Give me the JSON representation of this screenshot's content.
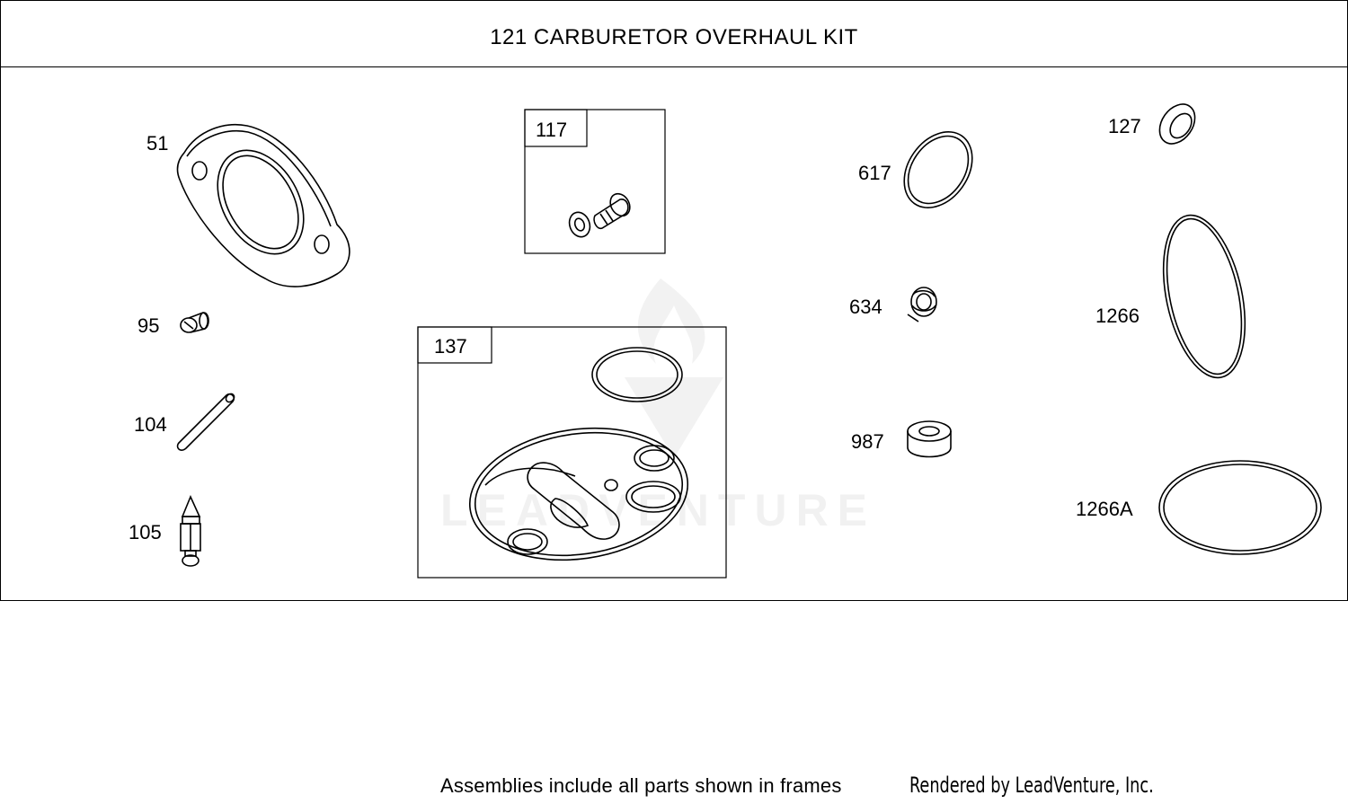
{
  "title": "121 CARBURETOR OVERHAUL KIT",
  "callouts": {
    "p51": "51",
    "p95": "95",
    "p104": "104",
    "p105": "105",
    "p117": "117",
    "p137": "137",
    "p617": "617",
    "p634": "634",
    "p987": "987",
    "p127": "127",
    "p1266": "1266",
    "p1266a": "1266A"
  },
  "watermark": "LEADVENTURE",
  "footer": {
    "note": "Assemblies include all parts shown in frames",
    "credit": "Rendered by LeadVenture, Inc."
  }
}
